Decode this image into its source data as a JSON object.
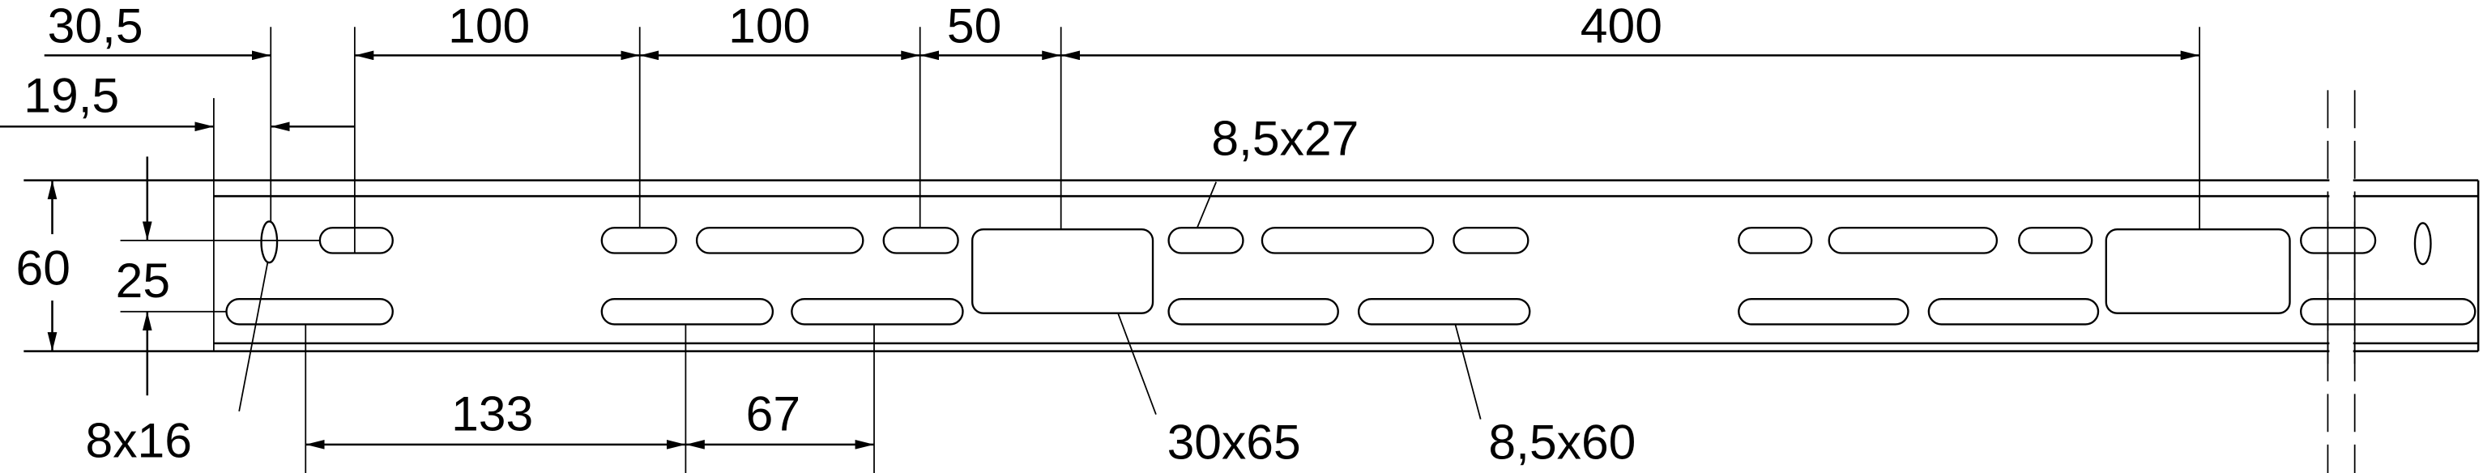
{
  "drawing": {
    "title": "Perforated profile rail – hole pattern dimensions",
    "dimensions_top": {
      "d1": "30,5",
      "d2": "100",
      "d3": "100",
      "d4": "50",
      "d5": "400",
      "d6": "19,5"
    },
    "dimensions_left": {
      "height": "60",
      "row_spacing": "25"
    },
    "dimensions_bottom": {
      "d1": "133",
      "d2": "67"
    },
    "hole_labels": {
      "oval": "8x16",
      "short_slot": "8,5x27",
      "rect": "30x65",
      "long_slot": "8,5x60"
    },
    "line_color": "#000000",
    "background": "#ffffff"
  }
}
